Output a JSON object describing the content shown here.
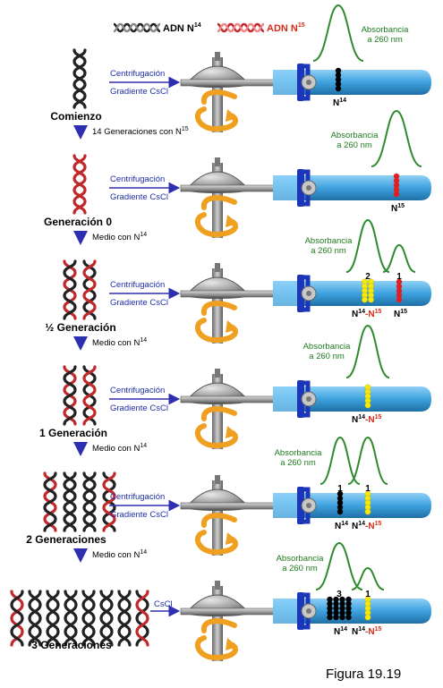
{
  "legend": {
    "n14": {
      "label": "ADN N",
      "sup": "14"
    },
    "n15": {
      "label": "ADN N",
      "sup": "15"
    }
  },
  "process": {
    "centrifugation": "Centrifugación",
    "gradient": "Gradiente CsCl",
    "cscl": "CsCl",
    "absorbance_line1": "Absorbancia",
    "absorbance_line2": "a 260 nm"
  },
  "stages": [
    {
      "label": "Comienzo",
      "transition": {
        "text": "14 Generaciones con N",
        "sup": "15",
        "color": "red"
      },
      "bands": [
        {
          "label_pre": "N",
          "label_sup": "14",
          "red_part": false,
          "peak_label": ""
        }
      ]
    },
    {
      "label": "Generación 0",
      "transition": {
        "text": "Medio con N",
        "sup": "14",
        "color": "black"
      },
      "bands": [
        {
          "label_pre": "N",
          "label_sup": "15",
          "red_part": true,
          "peak_label": ""
        }
      ]
    },
    {
      "label": "½ Generación",
      "transition": {
        "text": "Medio con N",
        "sup": "14",
        "color": "black"
      },
      "bands": [
        {
          "label_pre": "N",
          "label_sup": "14",
          "hybrid": "-N",
          "hybrid_sup": "15",
          "peak_label": "2"
        },
        {
          "label_pre": "N",
          "label_sup": "15",
          "red_part": true,
          "peak_label": "1"
        }
      ]
    },
    {
      "label": "1 Generación",
      "transition": {
        "text": "Medio con N",
        "sup": "14",
        "color": "black"
      },
      "bands": [
        {
          "label_pre": "N",
          "label_sup": "14",
          "hybrid": "-N",
          "hybrid_sup": "15",
          "peak_label": ""
        }
      ]
    },
    {
      "label": "2 Generaciones",
      "transition": {
        "text": "Medio con N",
        "sup": "14",
        "color": "black"
      },
      "bands": [
        {
          "label_pre": "N",
          "label_sup": "14",
          "peak_label": "1"
        },
        {
          "label_pre": "N",
          "label_sup": "14",
          "hybrid": "-N",
          "hybrid_sup": "15",
          "peak_label": "1"
        }
      ]
    },
    {
      "label": "3 Generaciones",
      "transition": null,
      "bands": [
        {
          "label_pre": "N",
          "label_sup": "14",
          "peak_label": "3"
        },
        {
          "label_pre": "N",
          "label_sup": "14",
          "hybrid": "-N",
          "hybrid_sup": "15",
          "peak_label": "1"
        }
      ]
    }
  ],
  "figure_caption": "Figura 19.19",
  "colors": {
    "dna_black": "#222222",
    "dna_red": "#c0282a",
    "arrow_blue": "#2d2fb0",
    "curve_green": "#2d8a2d",
    "tube_blue": "#3aa0dc",
    "rotor_gray": "#8a8a8a",
    "arrow_orange": "#f0a020",
    "band_black": "#000000",
    "band_yellow": "#f5ea10",
    "band_red": "#e02020"
  }
}
